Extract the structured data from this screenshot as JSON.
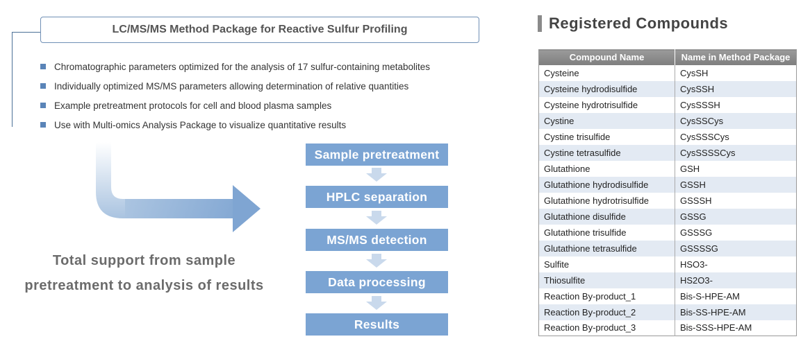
{
  "title": "LC/MS/MS Method Package for Reactive Sulfur Profiling",
  "bullets": [
    "Chromatographic parameters optimized for the analysis of 17 sulfur-containing metabolites",
    "Individually optimized MS/MS parameters allowing determination of relative quantities",
    "Example pretreatment protocols for cell and blood plasma samples",
    "Use with Multi-omics Analysis Package to visualize quantitative results"
  ],
  "tagline": [
    "Total support from sample",
    "pretreatment to analysis of results"
  ],
  "steps": [
    "Sample pretreatment",
    "HPLC separation",
    "MS/MS detection",
    "Data processing",
    "Results"
  ],
  "compounds": {
    "title": "Registered Compounds",
    "headers": [
      "Compound Name",
      "Name in Method Package"
    ],
    "rows": [
      [
        "Cysteine",
        "CysSH"
      ],
      [
        "Cysteine hydrodisulfide",
        "CysSSH"
      ],
      [
        "Cysteine hydrotrisulfide",
        "CysSSSH"
      ],
      [
        "Cystine",
        "CysSSCys"
      ],
      [
        "Cystine trisulfide",
        "CysSSSCys"
      ],
      [
        "Cystine tetrasulfide",
        "CysSSSSCys"
      ],
      [
        "Glutathione",
        "GSH"
      ],
      [
        "Glutathione hydrodisulfide",
        "GSSH"
      ],
      [
        "Glutathione hydrotrisulfide",
        "GSSSH"
      ],
      [
        "Glutathione disulfide",
        "GSSG"
      ],
      [
        "Glutathione trisulfide",
        "GSSSG"
      ],
      [
        "Glutathione tetrasulfide",
        "GSSSSG"
      ],
      [
        "Sulfite",
        "HSO3-"
      ],
      [
        "Thiosulfite",
        "HS2O3-"
      ],
      [
        "Reaction By-product_1",
        "Bis-S-HPE-AM"
      ],
      [
        "Reaction By-product_2",
        "Bis-SS-HPE-AM"
      ],
      [
        "Reaction By-product_3",
        "Bis-SSS-HPE-AM"
      ]
    ]
  }
}
